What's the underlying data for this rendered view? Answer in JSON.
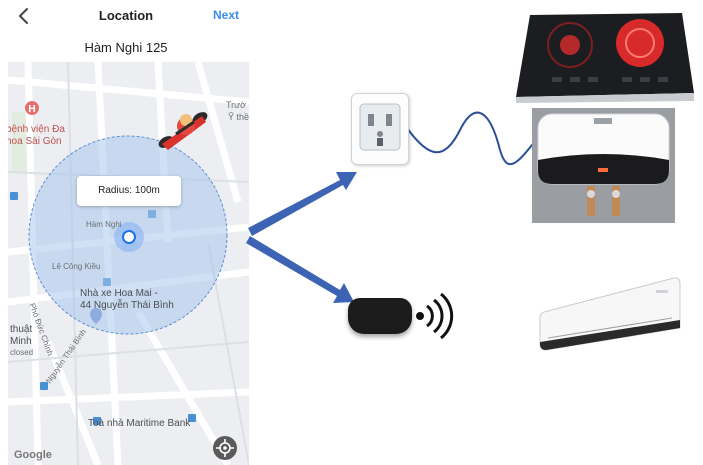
{
  "nav": {
    "title": "Location",
    "next_label": "Next",
    "back_icon": "chevron-left-icon"
  },
  "address": "Hàm Nghi 125",
  "map": {
    "radius_label": "Radius: 100m",
    "google_label": "Google",
    "labels": {
      "hospital_line1": "bệnh viện Đa",
      "hospital_line2": "hoa Sài Gòn",
      "ham_nghi": "Hàm Nghi",
      "le_cong_kieu": "Lê Công Kiều",
      "bus_line1": "Nhà xe Hoa Mai -",
      "bus_line2": "44 Nguyễn Thái Bình",
      "pho_duc_chinh": "Phó Đức Chính",
      "thuat_line1": "thuật",
      "thuat_line2": "Minh",
      "thuat_line3": "closed",
      "nguyen_thai_binh": "Nguyễn Thái Bình",
      "maritime": "Toà nhà Maritime Bank",
      "truong": "Trườ",
      "y_the": "Ỹ thề"
    },
    "colors": {
      "circle_fill": "#a9c7ec",
      "circle_stroke": "#5b8fd6",
      "accent": "#3c8ce7"
    }
  },
  "diagram": {
    "arrow_color": "#3d63b5",
    "cable_color": "#2d4f9a"
  }
}
